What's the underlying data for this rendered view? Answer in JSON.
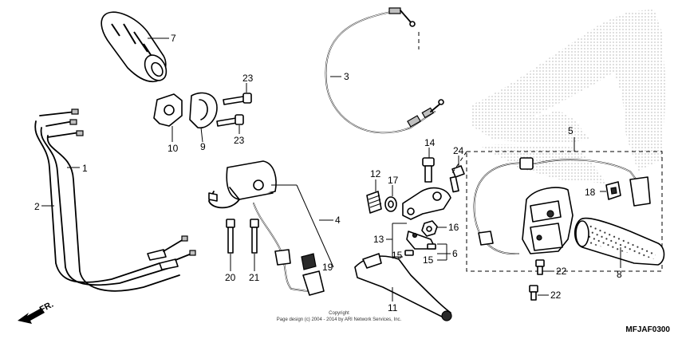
{
  "labels": {
    "p1": "1",
    "p2": "2",
    "p3": "3",
    "p4": "4",
    "p5": "5",
    "p6": "6",
    "p7": "7",
    "p8": "8",
    "p9": "9",
    "p10": "10",
    "p11": "11",
    "p12": "12",
    "p13": "13",
    "p14": "14",
    "p15a": "15",
    "p15b": "15",
    "p16": "16",
    "p17": "17",
    "p18": "18",
    "p19": "19",
    "p20": "20",
    "p21": "21",
    "p22a": "22",
    "p22b": "22",
    "p23a": "23",
    "p23b": "23",
    "p24": "24"
  },
  "direction": "FR.",
  "copyright_line1": "Copyright",
  "copyright_line2": "Page design (c) 2004 - 2014 by ARI Network Services, Inc.",
  "diagram_code": "MFJAF0300",
  "colors": {
    "ink": "#000000",
    "background": "#ffffff",
    "logo_dots": "#9a9a9a"
  }
}
